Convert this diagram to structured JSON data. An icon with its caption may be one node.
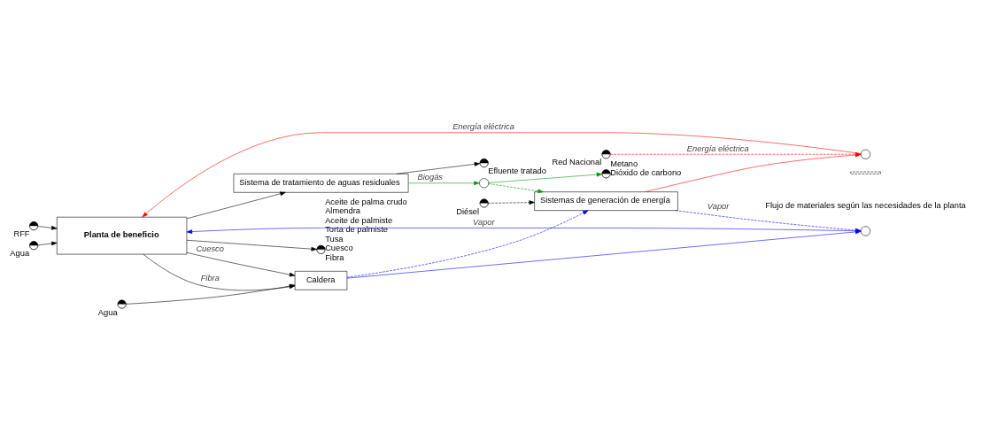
{
  "diagram": {
    "nodes": [
      {
        "text": [],
        "shape": "circle",
        "beside": [
          "RFF"
        ]
      },
      {
        "text": [],
        "shape": "circle",
        "beside": [
          "Agua"
        ]
      },
      {
        "text": [
          "Planta de beneficio"
        ]
      },
      {
        "text": [],
        "shape": "circle",
        "beside": [
          "Aceite de palma crudo",
          "Almendra",
          "Aceite de palmiste",
          "Torta de palmiste",
          "Tusa",
          "Cuesco",
          "Fibra"
        ]
      },
      {
        "text": [],
        "shape": "circle",
        "beside": [
          "Agua"
        ]
      },
      {
        "text": [
          "Caldera"
        ]
      },
      {
        "text": [],
        "shape": "circle"
      },
      {
        "text": [
          "Sistema de tratamiento de aguas residuales"
        ]
      },
      {
        "text": [],
        "shape": "circle",
        "beside": [
          "Efluente tratado"
        ]
      },
      {
        "text": [
          "Sistemas de generación de energía"
        ]
      },
      {
        "text": [],
        "shape": "circle",
        "beside": [
          "Diésel"
        ]
      },
      {
        "text": [],
        "shape": "circle"
      },
      {
        "text": [],
        "shape": "circle"
      },
      {
        "text": [],
        "shape": "circle",
        "beside": [
          "Metano",
          "Dióxido de carbono"
        ]
      },
      {
        "text": [],
        "shape": "circle",
        "beside": [
          "Red Nacional"
        ]
      }
    ],
    "edges": [
      {
        "from": 0,
        "to": 2,
        "arrow": "to"
      },
      {
        "from": 1,
        "to": 2,
        "arrow": "to"
      },
      {
        "from": 2,
        "to": 3,
        "arrow": "to"
      },
      {
        "from": 2,
        "to": 5,
        "arrow": "to",
        "label": "Fibra"
      },
      {
        "from": 2,
        "to": 5,
        "arrow": "to",
        "label": "Cuesco"
      },
      {
        "from": 4,
        "to": 5,
        "arrow": "to"
      },
      {
        "from": 5,
        "to": 6,
        "arrow": "to",
        "color": "#0000ff"
      },
      {
        "from": 6,
        "to": 2,
        "arrow": "to",
        "label": "Vapor",
        "color": "#0000ff"
      },
      {
        "from": 2,
        "to": 7,
        "arrow": "to"
      },
      {
        "from": 7,
        "to": 8,
        "arrow": "to"
      },
      {
        "from": 5,
        "to": 9,
        "arrow": "to",
        "style": "dashed",
        "color": "#0000ff"
      },
      {
        "from": 9,
        "to": 6,
        "arrow": "to",
        "label": "Vapor",
        "style": "dashed",
        "color": "#0000ff"
      },
      {
        "from": 7,
        "to": 12,
        "arrow": "to",
        "label": "Biogás",
        "color": "#009900"
      },
      {
        "from": 12,
        "to": 13,
        "arrow": "to",
        "color": "#009900"
      },
      {
        "from": 12,
        "to": 9,
        "arrow": "to",
        "style": "dashed",
        "color": "#009900"
      },
      {
        "from": 10,
        "to": 9,
        "arrow": "to",
        "style": "dashed"
      },
      {
        "from": 9,
        "to": 11,
        "arrow": "to",
        "color": "#ff0000"
      },
      {
        "from": 11,
        "to": 2,
        "arrow": "to",
        "label": "Energía eléctrica",
        "color": "#ff0000"
      },
      {
        "from": 14,
        "to": 11,
        "arrow": "to",
        "label": "Energía eléctrica",
        "style": "dashed",
        "color": "#ff0000"
      }
    ],
    "legend": [
      {
        "text": "Flujo de materiales según las necesidades de la planta"
      }
    ]
  }
}
